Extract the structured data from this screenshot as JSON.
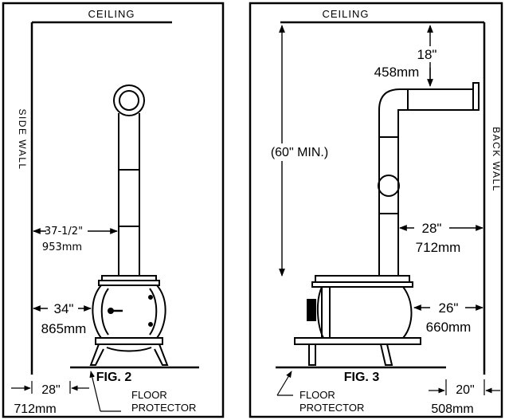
{
  "fig2": {
    "ceiling": "CEILING",
    "side_wall": "SIDE WALL",
    "pipe_dim_in": "37-1/2\"",
    "pipe_dim_mm": "953mm",
    "stove_dim_in": "34\"",
    "stove_dim_mm": "865mm",
    "fig_label": "FIG. 2",
    "floor_protector_line1": "FLOOR",
    "floor_protector_line2": "PROTECTOR",
    "bottom_dim_in": "28\"",
    "bottom_dim_mm": "712mm"
  },
  "fig3": {
    "ceiling": "CEILING",
    "back_wall": "BACK WALL",
    "top_dim_in": "18\"",
    "top_dim_mm": "458mm",
    "height_dim": "(60\" MIN.)",
    "pipe_dim_in": "28\"",
    "pipe_dim_mm": "712mm",
    "stove_dim_in": "26\"",
    "stove_dim_mm": "660mm",
    "fig_label": "FIG. 3",
    "floor_protector_line1": "FLOOR",
    "floor_protector_line2": "PROTECTOR",
    "bottom_dim_in": "20\"",
    "bottom_dim_mm": "508mm"
  }
}
